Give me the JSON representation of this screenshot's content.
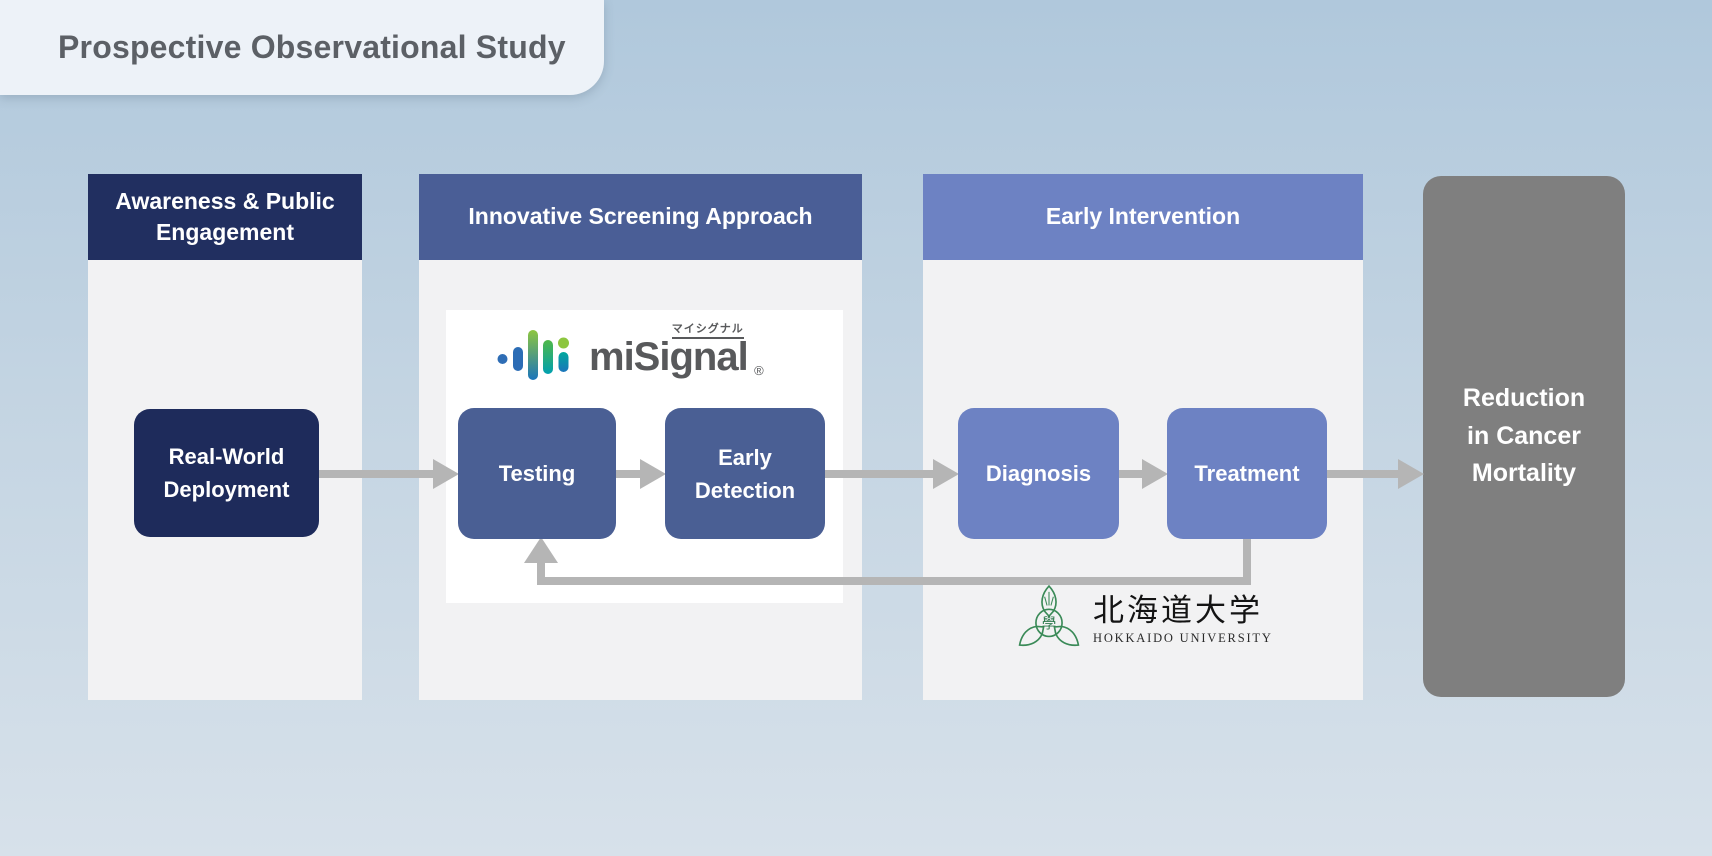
{
  "title": "Prospective Observational Study",
  "columns": [
    {
      "id": "awareness",
      "header": "Awareness & Public\nEngagement",
      "color": "#212f60"
    },
    {
      "id": "screening",
      "header": "Innovative Screening Approach",
      "color": "#4a5e96"
    },
    {
      "id": "intervention",
      "header": "Early Intervention",
      "color": "#6d82c3"
    }
  ],
  "nodes": {
    "real_world_deployment": "Real-World\nDeployment",
    "testing": "Testing",
    "early_detection": "Early\nDetection",
    "diagnosis": "Diagnosis",
    "treatment": "Treatment",
    "outcome": "Reduction\nin Cancer\nMortality"
  },
  "logos": {
    "misignal": {
      "wordmark": "miSignal",
      "katakana": "マイシグナル",
      "registered_mark": "®",
      "icon": "signal-bars-icon"
    },
    "hokkaido": {
      "kanji": "北海道大学",
      "english": "HOKKAIDO UNIVERSITY",
      "emblem_char": "學",
      "icon": "lily-crest-icon"
    }
  },
  "colors": {
    "background_top": "#b0c8dc",
    "background_bottom": "#d7e1ea",
    "column_body": "#f2f2f3",
    "panel_white": "#ffffff",
    "dark_navy": "#1e2b5b",
    "medium_blue": "#4a5f94",
    "light_blue": "#6d82c3",
    "outcome_gray": "#7f7f7f",
    "arrow_gray": "#b5b5b5",
    "title_text": "#5c6066"
  }
}
